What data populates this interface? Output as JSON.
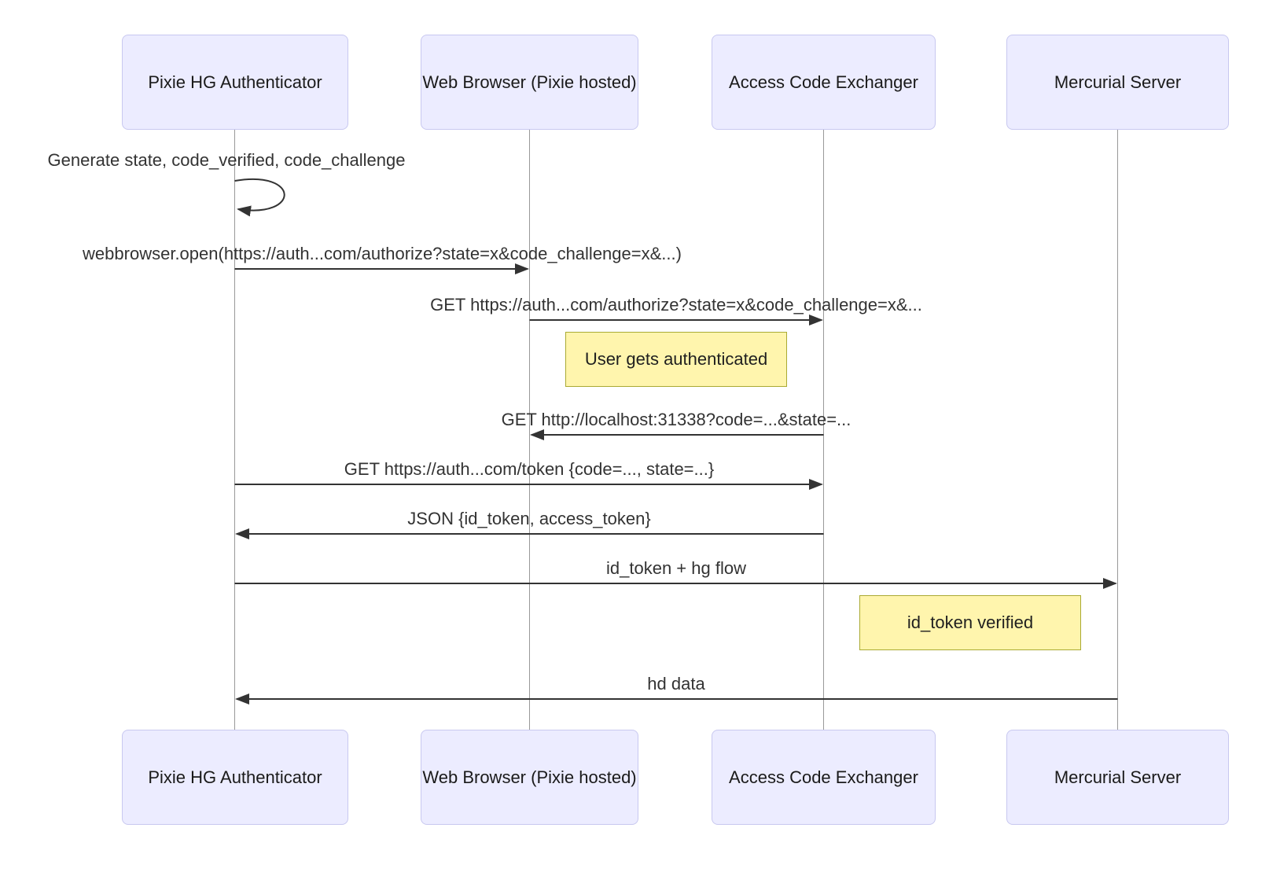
{
  "diagram_type": "sequence-diagram",
  "colors": {
    "actor-fill": "#ECECFF",
    "actor-border": "#C8C8F0",
    "actor-text": "#1A1A1A",
    "note-fill": "#FFF5AD",
    "note-border": "#AAAA33",
    "message-text": "#333333",
    "line": "#333333",
    "lifeline": "#999999"
  },
  "participants": [
    {
      "label": "Pixie HG Authenticator"
    },
    {
      "label": "Web Browser (Pixie hosted)"
    },
    {
      "label": "Access Code Exchanger"
    },
    {
      "label": "Mercurial Server"
    }
  ],
  "messages": [
    {
      "from": "Pixie HG Authenticator",
      "to": "Pixie HG Authenticator",
      "kind": "self-loop",
      "label": "Generate state, code_verified, code_challenge"
    },
    {
      "from": "Pixie HG Authenticator",
      "to": "Web Browser (Pixie hosted)",
      "kind": "solid-arrow",
      "label": "webbrowser.open(https://auth...com/authorize?state=x&code_challenge=x&...)"
    },
    {
      "from": "Web Browser (Pixie hosted)",
      "to": "Access Code Exchanger",
      "kind": "solid-arrow",
      "label": "GET https://auth...com/authorize?state=x&code_challenge=x&..."
    },
    {
      "from": "Access Code Exchanger",
      "to": "Web Browser (Pixie hosted)",
      "kind": "solid-arrow",
      "label": "GET http://localhost:31338?code=...&state=..."
    },
    {
      "from": "Pixie HG Authenticator",
      "to": "Access Code Exchanger",
      "kind": "solid-arrow",
      "label": "GET https://auth...com/token {code=..., state=...}"
    },
    {
      "from": "Access Code Exchanger",
      "to": "Pixie HG Authenticator",
      "kind": "solid-arrow",
      "label": "JSON {id_token, access_token}"
    },
    {
      "from": "Pixie HG Authenticator",
      "to": "Mercurial Server",
      "kind": "solid-arrow",
      "label": "id_token + hg flow"
    },
    {
      "from": "Mercurial Server",
      "to": "Pixie HG Authenticator",
      "kind": "solid-arrow",
      "label": "hd data"
    }
  ],
  "notes": [
    {
      "over": [
        "Web Browser (Pixie hosted)",
        "Access Code Exchanger"
      ],
      "label": "User gets authenticated"
    },
    {
      "over": [
        "Access Code Exchanger",
        "Mercurial Server"
      ],
      "label": "id_token verified"
    }
  ]
}
